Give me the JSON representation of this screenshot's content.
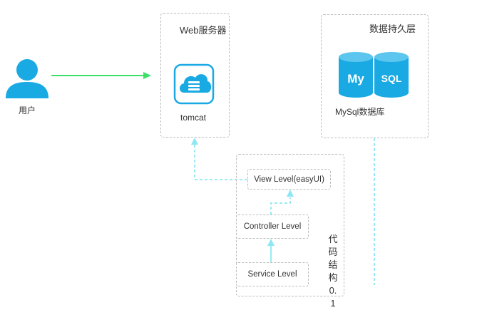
{
  "user": {
    "label": "用户",
    "icon": "user-icon"
  },
  "web_server": {
    "title": "Web服务器",
    "app_label": "tomcat",
    "icon": "cloud-server-icon"
  },
  "persistence": {
    "title": "数据持久层",
    "db_label": "MySql数据库",
    "icon": "mysql-logo-icon",
    "logo_text_left": "My",
    "logo_text_right": "SQL"
  },
  "code_structure": {
    "vertical_label": "代码结构0.1",
    "layers": [
      {
        "label": "View Level(easyUI)"
      },
      {
        "label": "Controller Level"
      },
      {
        "label": "Service Level"
      }
    ]
  },
  "colors": {
    "accent_blue": "#19a9e3",
    "arrow_green": "#3ee06a",
    "arrow_cyan": "#8ee7f2",
    "dashed_border": "#bdbdbd"
  }
}
